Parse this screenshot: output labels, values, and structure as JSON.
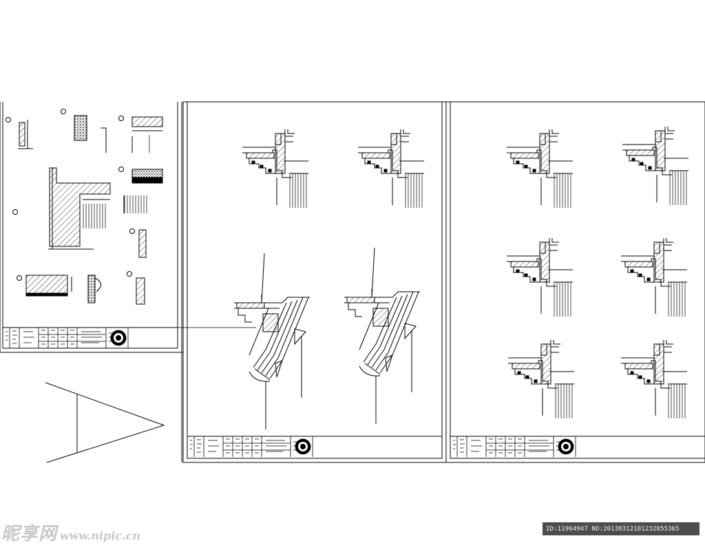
{
  "watermark": {
    "brand": "昵享网",
    "url": "www.nipic.cn"
  },
  "image_id": "ID:11964947 NO:20130312101232055365",
  "colors": {
    "line": "#000000",
    "background": "#ffffff",
    "watermark": "#c8c8c8",
    "id_bar": "#4d4d4d"
  },
  "sheets": [
    {
      "name": "detail-sheet-left",
      "content": "wall and floor construction details"
    },
    {
      "name": "detail-sheet-middle",
      "content": "eave and sloped roof sections"
    },
    {
      "name": "detail-sheet-right",
      "content": "six eave section details"
    }
  ]
}
